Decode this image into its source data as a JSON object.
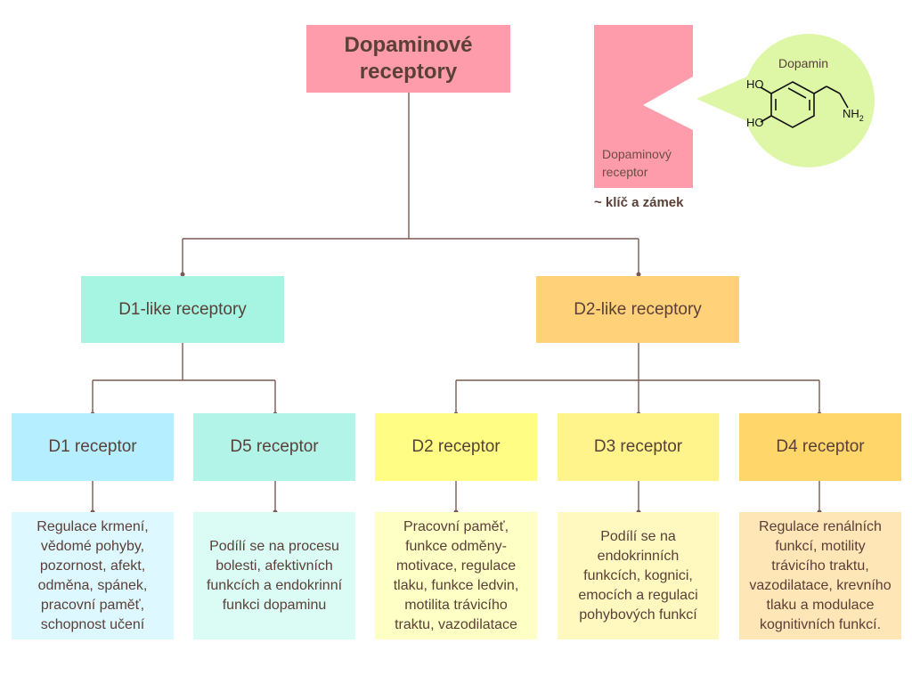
{
  "title": "Dopaminové receptory",
  "illustration": {
    "receptor_label": "Dopaminový receptor",
    "molecule_name": "Dopamin",
    "atoms": {
      "ho_top": "HO",
      "ho_bottom": "HO",
      "nh2": "NH",
      "nh2_sub": "2"
    },
    "note": "~ klíč a zámek",
    "colors": {
      "receptor": "#ff9cac",
      "bubble": "#ddf7a7"
    }
  },
  "groups": [
    {
      "label": "D1-like receptory",
      "color": "#a6f5e3"
    },
    {
      "label": "D2-like receptory",
      "color": "#ffd27a"
    }
  ],
  "receptors": [
    {
      "label": "D1 receptor",
      "color": "#b5efff"
    },
    {
      "label": "D5 receptor",
      "color": "#b2f5e8"
    },
    {
      "label": "D2 receptor",
      "color": "#fffd84"
    },
    {
      "label": "D3 receptor",
      "color": "#fff48c"
    },
    {
      "label": "D4 receptor",
      "color": "#ffd66a"
    }
  ],
  "descriptions": [
    {
      "lines": [
        "Regulace krmení,",
        "vědomé pohyby,",
        "pozornost, afekt,",
        "odměna, spánek,",
        "pracovní paměť,",
        "schopnost učení"
      ],
      "color": "#def8ff"
    },
    {
      "lines": [
        "Podílí se na procesu",
        "bolesti, afektivních",
        "funkcích a endokrinní",
        "funkci dopaminu"
      ],
      "color": "#dbfcf5"
    },
    {
      "lines": [
        "Pracovní paměť,",
        "funkce odměny-",
        "motivace, regulace",
        "tlaku, funkce ledvin,",
        "motilita trávicího",
        "traktu, vazodilatace"
      ],
      "color": "#feffc4"
    },
    {
      "lines": [
        "Podílí se na",
        "endokrinních",
        "funkcích, kognici,",
        "emocích a regulaci",
        "pohybových funkcí"
      ],
      "color": "#fff9c0"
    },
    {
      "lines": [
        "Regulace renálních",
        "funkcí, motility",
        "trávicího traktu,",
        "vazodilatace, krevního",
        "tlaku a modulace",
        "kognitivních funkcí."
      ],
      "color": "#ffe6b7"
    }
  ],
  "line_color": "#7a5a52"
}
